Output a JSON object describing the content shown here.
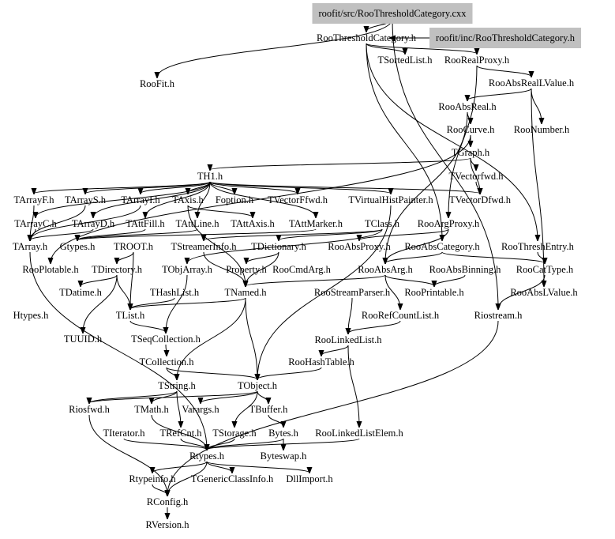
{
  "diagram": {
    "type": "include-dependency-graph",
    "root_nodes": [
      {
        "id": "src_cxx",
        "label": "roofit/src/RooThresholdCategory.cxx",
        "highlight": "#c0c0c0"
      },
      {
        "id": "inc_h",
        "label": "roofit/inc/RooThresholdCategory.h",
        "highlight": "#c0c0c0"
      }
    ],
    "nodes": [
      {
        "id": "RooThresholdCategory",
        "label": "RooThresholdCategory.h"
      },
      {
        "id": "TSortedList",
        "label": "TSortedList.h"
      },
      {
        "id": "RooRealProxy",
        "label": "RooRealProxy.h"
      },
      {
        "id": "RooFit",
        "label": "RooFit.h"
      },
      {
        "id": "RooAbsRealLValue",
        "label": "RooAbsRealLValue.h"
      },
      {
        "id": "RooAbsReal",
        "label": "RooAbsReal.h"
      },
      {
        "id": "RooCurve",
        "label": "RooCurve.h"
      },
      {
        "id": "RooNumber",
        "label": "RooNumber.h"
      },
      {
        "id": "TGraph",
        "label": "TGraph.h"
      },
      {
        "id": "TVectorfwd",
        "label": "TVectorfwd.h"
      },
      {
        "id": "TH1",
        "label": "TH1.h"
      },
      {
        "id": "TArrayF",
        "label": "TArrayF.h"
      },
      {
        "id": "TArrayS",
        "label": "TArrayS.h"
      },
      {
        "id": "TArrayI",
        "label": "TArrayI.h"
      },
      {
        "id": "TAxis",
        "label": "TAxis.h"
      },
      {
        "id": "Foption",
        "label": "Foption.h"
      },
      {
        "id": "TVectorFfwd",
        "label": "TVectorFfwd.h"
      },
      {
        "id": "TVirtualHistPainter",
        "label": "TVirtualHistPainter.h"
      },
      {
        "id": "TVectorDfwd",
        "label": "TVectorDfwd.h"
      },
      {
        "id": "TArrayC",
        "label": "TArrayC.h"
      },
      {
        "id": "TArrayD",
        "label": "TArrayD.h"
      },
      {
        "id": "TAttFill",
        "label": "TAttFill.h"
      },
      {
        "id": "TAttLine",
        "label": "TAttLine.h"
      },
      {
        "id": "TAttAxis",
        "label": "TAttAxis.h"
      },
      {
        "id": "TAttMarker",
        "label": "TAttMarker.h"
      },
      {
        "id": "TClass",
        "label": "TClass.h"
      },
      {
        "id": "RooArgProxy",
        "label": "RooArgProxy.h"
      },
      {
        "id": "TArray",
        "label": "TArray.h"
      },
      {
        "id": "Gtypes",
        "label": "Gtypes.h"
      },
      {
        "id": "TROOT",
        "label": "TROOT.h"
      },
      {
        "id": "TStreamerInfo",
        "label": "TStreamerInfo.h"
      },
      {
        "id": "TDictionary",
        "label": "TDictionary.h"
      },
      {
        "id": "RooAbsProxy",
        "label": "RooAbsProxy.h"
      },
      {
        "id": "RooAbsCategory",
        "label": "RooAbsCategory.h"
      },
      {
        "id": "RooThreshEntry",
        "label": "RooThreshEntry.h"
      },
      {
        "id": "RooPlotable",
        "label": "RooPlotable.h"
      },
      {
        "id": "TDirectory",
        "label": "TDirectory.h"
      },
      {
        "id": "TObjArray",
        "label": "TObjArray.h"
      },
      {
        "id": "Property",
        "label": "Property.h"
      },
      {
        "id": "RooCmdArg",
        "label": "RooCmdArg.h"
      },
      {
        "id": "RooAbsArg",
        "label": "RooAbsArg.h"
      },
      {
        "id": "RooAbsBinning",
        "label": "RooAbsBinning.h"
      },
      {
        "id": "RooCatType",
        "label": "RooCatType.h"
      },
      {
        "id": "TDatime",
        "label": "TDatime.h"
      },
      {
        "id": "THashList",
        "label": "THashList.h"
      },
      {
        "id": "TNamed",
        "label": "TNamed.h"
      },
      {
        "id": "RooStreamParser",
        "label": "RooStreamParser.h"
      },
      {
        "id": "RooPrintable",
        "label": "RooPrintable.h"
      },
      {
        "id": "RooAbsLValue",
        "label": "RooAbsLValue.h"
      },
      {
        "id": "Htypes",
        "label": "Htypes.h"
      },
      {
        "id": "TList",
        "label": "TList.h"
      },
      {
        "id": "RooRefCountList",
        "label": "RooRefCountList.h"
      },
      {
        "id": "Riostream",
        "label": "Riostream.h"
      },
      {
        "id": "TUUID",
        "label": "TUUID.h"
      },
      {
        "id": "TSeqCollection",
        "label": "TSeqCollection.h"
      },
      {
        "id": "RooLinkedList",
        "label": "RooLinkedList.h"
      },
      {
        "id": "TCollection",
        "label": "TCollection.h"
      },
      {
        "id": "RooHashTable",
        "label": "RooHashTable.h"
      },
      {
        "id": "TString",
        "label": "TString.h"
      },
      {
        "id": "TObject",
        "label": "TObject.h"
      },
      {
        "id": "Riosfwd",
        "label": "Riosfwd.h"
      },
      {
        "id": "TMath",
        "label": "TMath.h"
      },
      {
        "id": "Varargs",
        "label": "Varargs.h"
      },
      {
        "id": "TBuffer",
        "label": "TBuffer.h"
      },
      {
        "id": "TIterator",
        "label": "TIterator.h"
      },
      {
        "id": "TRefCnt",
        "label": "TRefCnt.h"
      },
      {
        "id": "TStorage",
        "label": "TStorage.h"
      },
      {
        "id": "Bytes",
        "label": "Bytes.h"
      },
      {
        "id": "RooLinkedListElem",
        "label": "RooLinkedListElem.h"
      },
      {
        "id": "Rtypes",
        "label": "Rtypes.h"
      },
      {
        "id": "Byteswap",
        "label": "Byteswap.h"
      },
      {
        "id": "Rtypeinfo",
        "label": "Rtypeinfo.h"
      },
      {
        "id": "TGenericClassInfo",
        "label": "TGenericClassInfo.h"
      },
      {
        "id": "DllImport",
        "label": "DllImport.h"
      },
      {
        "id": "RConfig",
        "label": "RConfig.h"
      },
      {
        "id": "RVersion",
        "label": "RVersion.h"
      }
    ],
    "edges": [
      [
        "src_cxx",
        "RooThresholdCategory"
      ],
      [
        "src_cxx",
        "RooFit"
      ],
      [
        "src_cxx",
        "Riostream"
      ],
      [
        "inc_h",
        "RooThresholdCategory"
      ],
      [
        "RooThresholdCategory",
        "TSortedList"
      ],
      [
        "RooThresholdCategory",
        "RooRealProxy"
      ],
      [
        "RooThresholdCategory",
        "RooAbsCategory"
      ],
      [
        "RooThresholdCategory",
        "RooThreshEntry"
      ],
      [
        "RooRealProxy",
        "RooAbsRealLValue"
      ],
      [
        "RooRealProxy",
        "RooArgProxy"
      ],
      [
        "RooAbsRealLValue",
        "RooAbsReal"
      ],
      [
        "RooAbsRealLValue",
        "RooNumber"
      ],
      [
        "RooAbsRealLValue",
        "RooAbsLValue"
      ],
      [
        "RooAbsReal",
        "RooCurve"
      ],
      [
        "RooAbsReal",
        "RooAbsArg"
      ],
      [
        "RooCurve",
        "TGraph"
      ],
      [
        "RooCurve",
        "RooPlotable"
      ],
      [
        "TGraph",
        "TVectorfwd"
      ],
      [
        "TGraph",
        "TVectorDfwd"
      ],
      [
        "TGraph",
        "TH1"
      ],
      [
        "TVectorfwd",
        "TVectorDfwd"
      ],
      [
        "TH1",
        "TArrayF"
      ],
      [
        "TH1",
        "TArrayS"
      ],
      [
        "TH1",
        "TArrayI"
      ],
      [
        "TH1",
        "TAxis"
      ],
      [
        "TH1",
        "Foption"
      ],
      [
        "TH1",
        "TVectorFfwd"
      ],
      [
        "TH1",
        "TVirtualHistPainter"
      ],
      [
        "TH1",
        "TVectorDfwd"
      ],
      [
        "TH1",
        "TAttFill"
      ],
      [
        "TH1",
        "TAttLine"
      ],
      [
        "TH1",
        "TAttMarker"
      ],
      [
        "TH1",
        "TArrayD"
      ],
      [
        "TH1",
        "TArrayC"
      ],
      [
        "TArrayF",
        "TArray"
      ],
      [
        "TArrayS",
        "TArray"
      ],
      [
        "TArrayI",
        "TArray"
      ],
      [
        "TArrayC",
        "TArray"
      ],
      [
        "TArrayD",
        "TArray"
      ],
      [
        "TAxis",
        "TAttAxis"
      ],
      [
        "TAxis",
        "TNamed"
      ],
      [
        "TAttFill",
        "Gtypes"
      ],
      [
        "TAttLine",
        "Gtypes"
      ],
      [
        "TAttMarker",
        "Gtypes"
      ],
      [
        "TVirtualHistPainter",
        "TObject"
      ],
      [
        "TArray",
        "Rtypes"
      ],
      [
        "TROOT",
        "TDirectory"
      ],
      [
        "TROOT",
        "TList"
      ],
      [
        "TClass",
        "TDictionary"
      ],
      [
        "TClass",
        "TObjArray"
      ],
      [
        "TClass",
        "TStreamerInfo"
      ],
      [
        "TStreamerInfo",
        "TNamed"
      ],
      [
        "TDictionary",
        "Property"
      ],
      [
        "TDictionary",
        "TNamed"
      ],
      [
        "RooArgProxy",
        "RooAbsProxy"
      ],
      [
        "RooArgProxy",
        "RooAbsArg"
      ],
      [
        "RooAbsCategory",
        "RooAbsArg"
      ],
      [
        "RooAbsCategory",
        "RooCatType"
      ],
      [
        "RooThreshEntry",
        "RooCatType"
      ],
      [
        "RooAbsArg",
        "RooPrintable"
      ],
      [
        "RooAbsArg",
        "RooRefCountList"
      ],
      [
        "RooAbsArg",
        "TNamed"
      ],
      [
        "RooAbsBinning",
        "RooPrintable"
      ],
      [
        "RooCatType",
        "Riostream"
      ],
      [
        "TDirectory",
        "TDatime"
      ],
      [
        "TDirectory",
        "TUUID"
      ],
      [
        "TDirectory",
        "TList"
      ],
      [
        "TObjArray",
        "TSeqCollection"
      ],
      [
        "THashList",
        "TList"
      ],
      [
        "TNamed",
        "TList"
      ],
      [
        "TNamed",
        "TObject"
      ],
      [
        "TNamed",
        "TString"
      ],
      [
        "RooStreamParser",
        "RooLinkedList"
      ],
      [
        "RooRefCountList",
        "RooLinkedList"
      ],
      [
        "RooLinkedList",
        "RooHashTable"
      ],
      [
        "RooLinkedList",
        "RooLinkedListElem"
      ],
      [
        "RooHashTable",
        "TObject"
      ],
      [
        "TList",
        "TSeqCollection"
      ],
      [
        "TSeqCollection",
        "TCollection"
      ],
      [
        "TCollection",
        "TString"
      ],
      [
        "TCollection",
        "TObject"
      ],
      [
        "TString",
        "Riosfwd"
      ],
      [
        "TString",
        "TMath"
      ],
      [
        "TString",
        "TRefCnt"
      ],
      [
        "TObject",
        "Riosfwd"
      ],
      [
        "TObject",
        "Varargs"
      ],
      [
        "TObject",
        "TBuffer"
      ],
      [
        "TObject",
        "TStorage"
      ],
      [
        "TBuffer",
        "Bytes"
      ],
      [
        "TMath",
        "Rtypes"
      ],
      [
        "TRefCnt",
        "Rtypes"
      ],
      [
        "TStorage",
        "Rtypes"
      ],
      [
        "TIterator",
        "Rtypes"
      ],
      [
        "Bytes",
        "Rtypes"
      ],
      [
        "Bytes",
        "Byteswap"
      ],
      [
        "RooLinkedListElem",
        "Rtypes"
      ],
      [
        "Riostream",
        "RConfig"
      ],
      [
        "Rtypes",
        "Rtypeinfo"
      ],
      [
        "Rtypes",
        "TGenericClassInfo"
      ],
      [
        "Rtypes",
        "DllImport"
      ],
      [
        "Rtypes",
        "RConfig"
      ],
      [
        "Rtypeinfo",
        "RConfig"
      ],
      [
        "Riosfwd",
        "RConfig"
      ],
      [
        "RConfig",
        "RVersion"
      ]
    ]
  }
}
